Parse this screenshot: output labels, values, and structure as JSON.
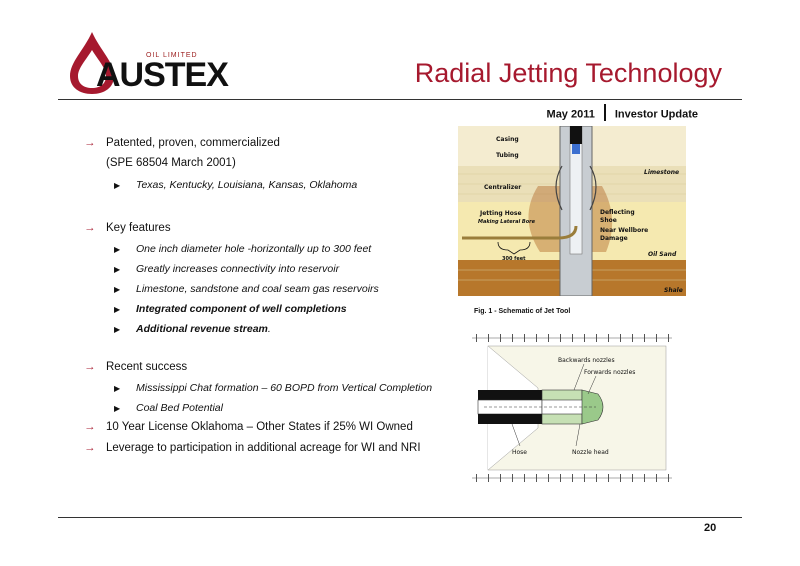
{
  "logo": {
    "name": "AUSTEX",
    "subtitle": "OIL LIMITED"
  },
  "title": "Radial Jetting Technology",
  "subheader": {
    "date": "May 2011",
    "label": "Investor Update"
  },
  "page_number": "20",
  "bullets": [
    {
      "text": "Patented, proven, commercialized",
      "continuation": "(SPE 68504 March 2001)",
      "subs": [
        {
          "text": "Texas, Kentucky, Louisiana, Kansas, Oklahoma",
          "bold": false
        }
      ]
    },
    {
      "text": "Key features",
      "subs": [
        {
          "text": "One inch diameter hole -horizontally up to 300 feet",
          "bold": false
        },
        {
          "text": "Greatly increases connectivity into reservoir",
          "bold": false
        },
        {
          "text": "Limestone, sandstone and coal seam gas reservoirs",
          "bold": false
        },
        {
          "text": "Integrated component of well completions",
          "bold": true
        },
        {
          "text": "Additional revenue stream",
          "bold": true,
          "suffix": "."
        }
      ]
    },
    {
      "text": "Recent success",
      "subs": [
        {
          "text": "Mississippi Chat formation – 60 BOPD from Vertical Completion",
          "bold": false
        },
        {
          "text": "Coal Bed  Potential",
          "bold": false
        }
      ]
    },
    {
      "text": "10 Year License Oklahoma – Other States if 25% WI Owned",
      "subs": []
    },
    {
      "text": "Leverage to participation in additional acreage for WI and NRI",
      "subs": []
    }
  ],
  "figure1": {
    "caption": "Fig. 1 - Schematic of Jet Tool",
    "labels": {
      "casing": "Casing",
      "tubing": "Tubing",
      "limestone": "Limestone",
      "centralizer": "Centralizer",
      "jetting_hose": "Jetting Hose",
      "making_lateral": "Making Lateral Bore",
      "deflecting": "Deflecting",
      "shoe": "Shoe",
      "near_wellbore": "Near Wellbore",
      "damage": "Damage",
      "oil_sand": "Oil Sand",
      "distance": "300 feet",
      "shale": "Shale"
    }
  },
  "figure2": {
    "labels": {
      "backwards": "Backwards nozzles",
      "forwards": "Forwards nozzles",
      "hose": "Hose",
      "nozzle_head": "Nozzle head"
    }
  }
}
